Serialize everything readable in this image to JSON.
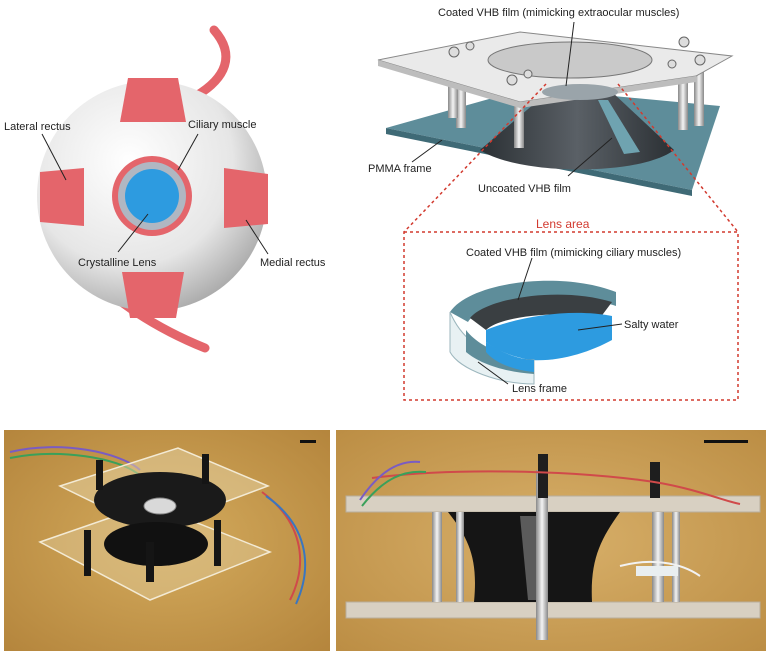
{
  "eye": {
    "lateral_rectus": "Lateral rectus",
    "ciliary_muscle": "Ciliary muscle",
    "crystalline_lens": "Crystalline Lens",
    "medial_rectus": "Medial rectus"
  },
  "device": {
    "coated_top": "Coated VHB film (mimicking extraocular muscles)",
    "pmma_frame": "PMMA frame",
    "uncoated": "Uncoated VHB film"
  },
  "lens_area": {
    "title": "Lens area",
    "coated_ciliary": "Coated VHB film (mimicking ciliary muscles)",
    "salty_water": "Salty water",
    "lens_frame": "Lens frame"
  },
  "colors": {
    "muscle": "#e4656b",
    "lens_blue": "#2d9be0",
    "frame_teal": "#5e8d9a",
    "film_dark": "#3a3f42",
    "dotted_red": "#d23a2f",
    "photo_bg": "#c89a48"
  }
}
